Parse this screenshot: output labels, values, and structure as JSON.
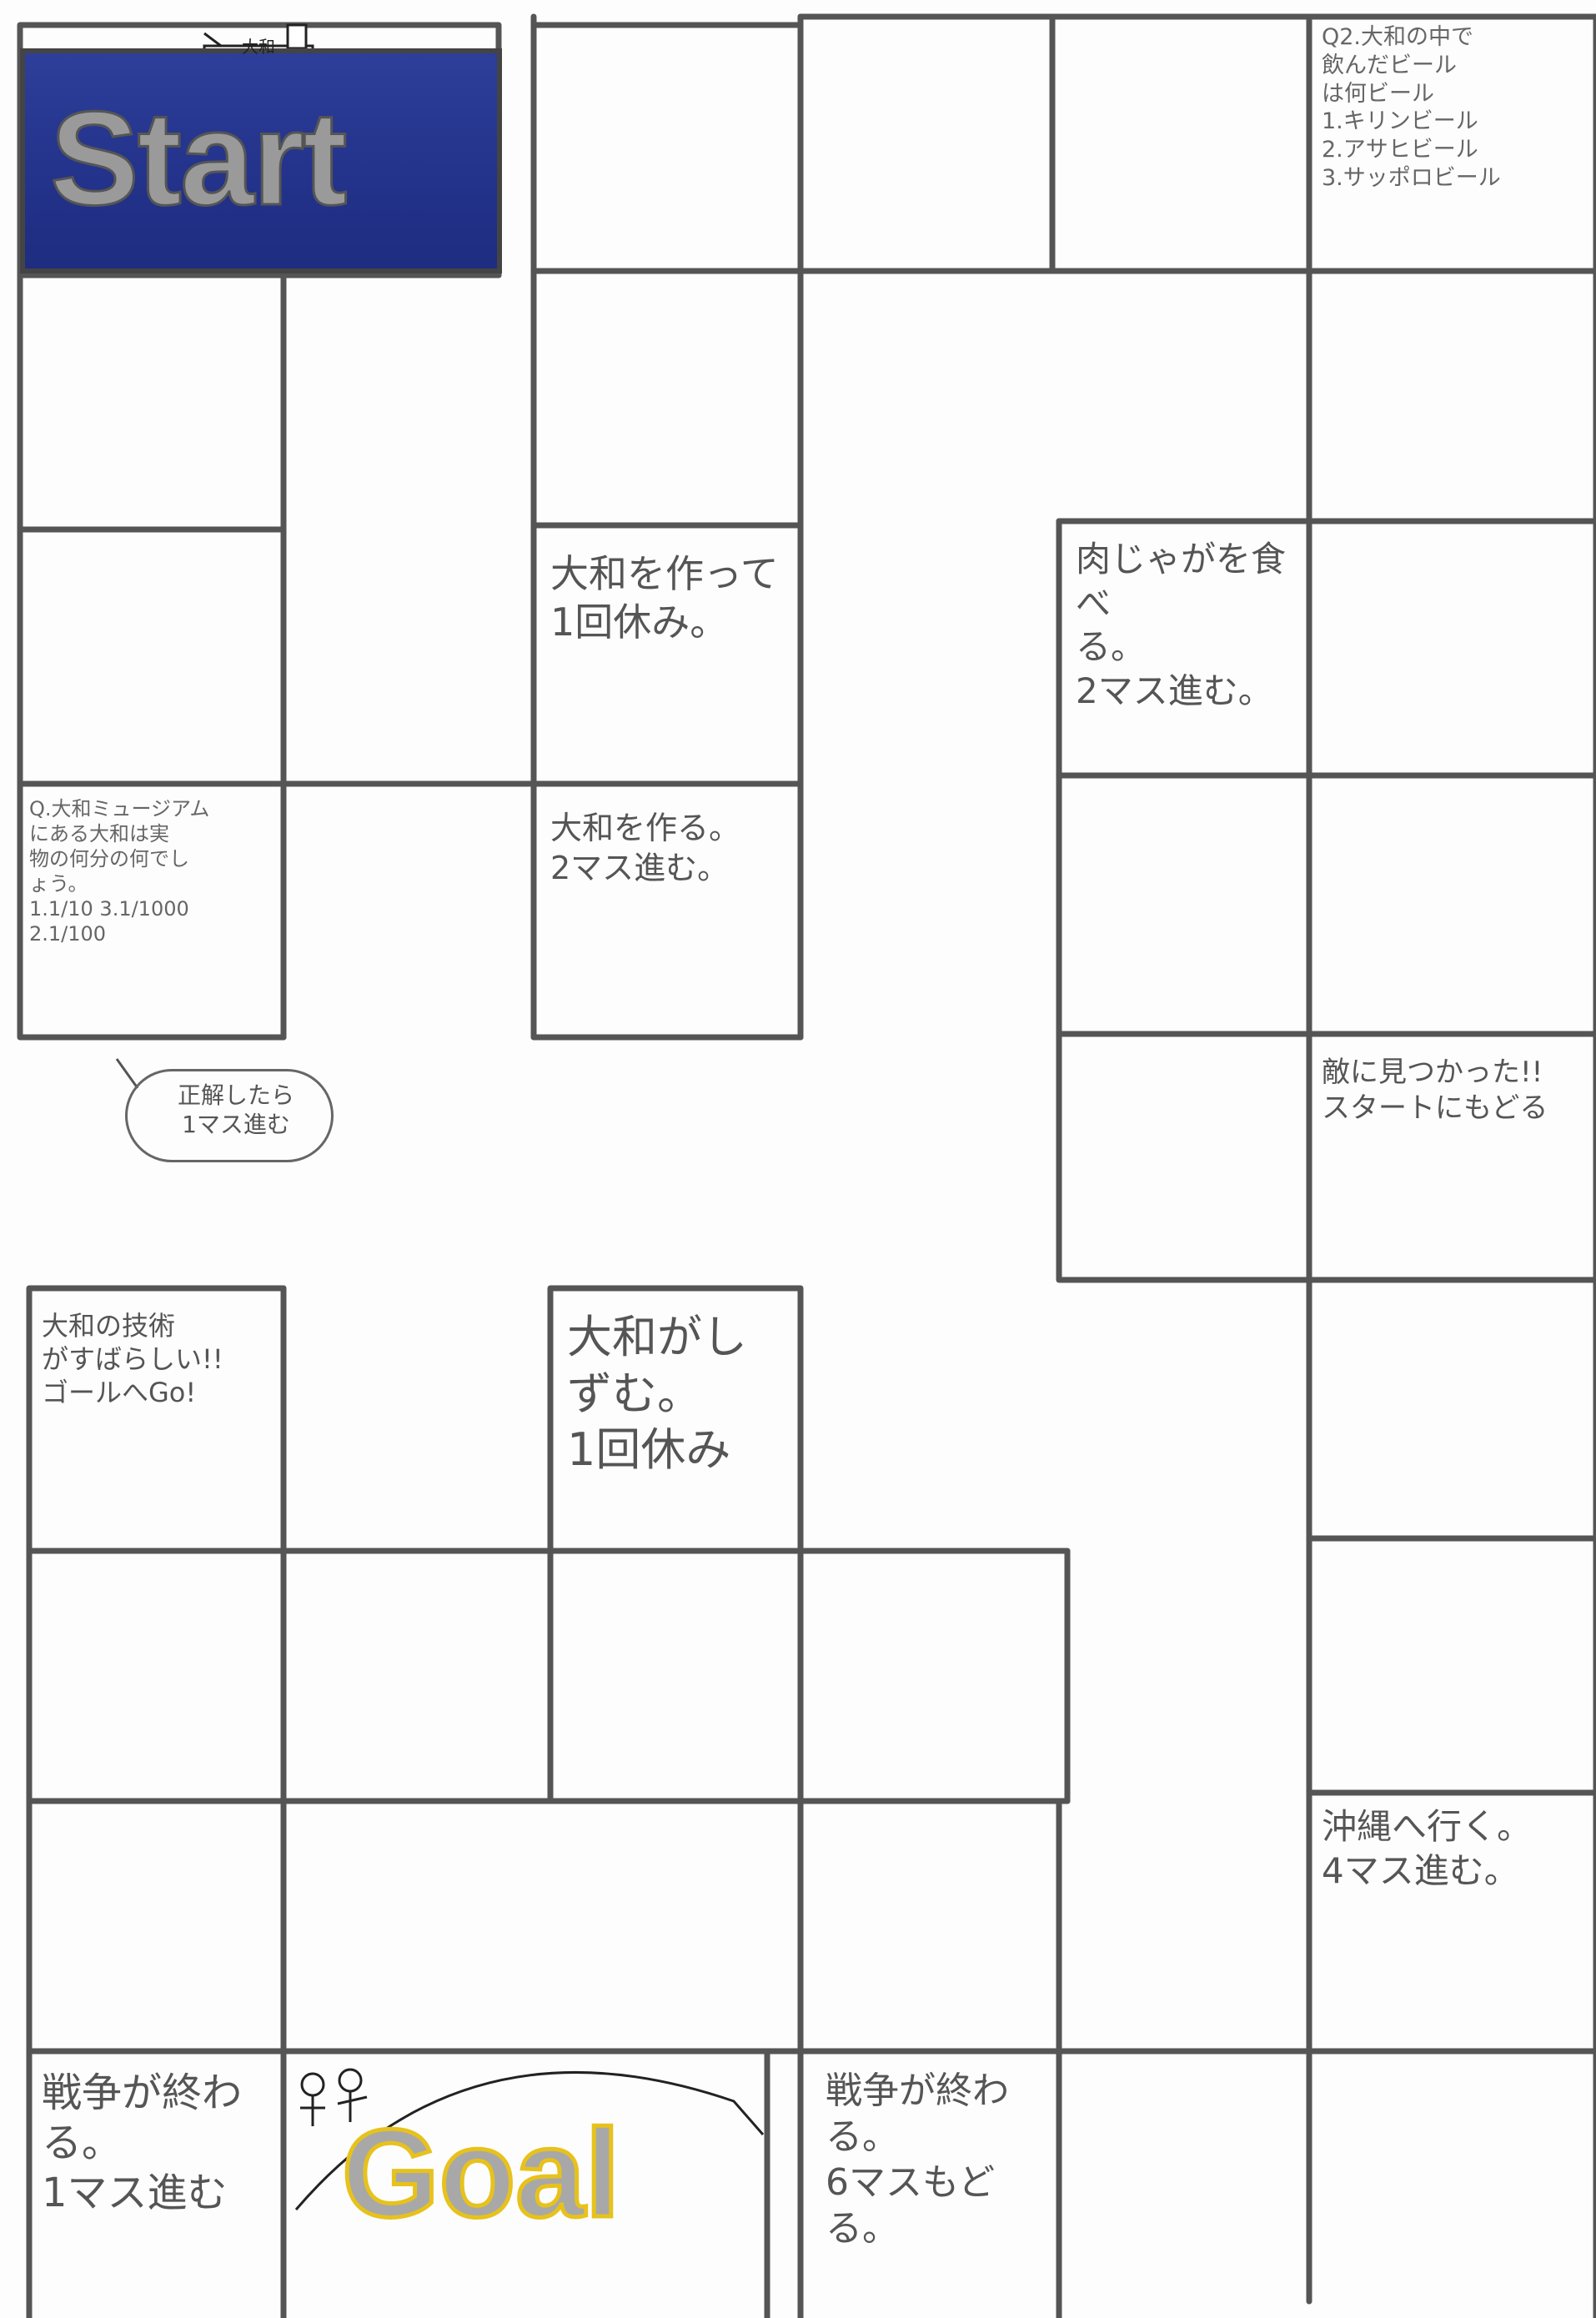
{
  "board": {
    "start_label": "Start",
    "goal_label": "Goal",
    "ship_marking": "大和",
    "squares": {
      "q2_beer": "Q2.大和の中で\n飲んだビール\nは何ビール\n1.キリンビール\n2.アサヒビール\n3.サッポロビール",
      "yamato_make_rest": "大和を作って\n1回休み。",
      "nikujaga": "肉じゃがを食べ\nる。\n2マス進む。",
      "q1_museum": "Q.大和ミュージアム\nにある大和は実\n物の何分の何でし\nょう。\n1.1/10   3.1/1000\n2.1/100",
      "yamato_make_advance": "大和を作る。\n2マス進む。",
      "enemy_found": "敵に見つかった!!\nスタートにもどる",
      "tech_great": "大和の技術\nがすばらしい!!\nゴールへGo!",
      "yamato_sinks": "大和がし\nずむ。\n1回休み",
      "okinawa": "沖縄へ行く。\n4マス進む。",
      "war_ends_advance": "戦争が終わ\nる。\n1マス進む",
      "war_ends_back": "戦争が終わ\nる。\n6マスもどる。"
    },
    "correct_note": "正解したら\n1マス進む"
  },
  "colors": {
    "start_bg": "#24348c",
    "ship_hull": "#e23b3b",
    "goal_outline": "#e7c21c",
    "grid_line": "#555555",
    "handwriting": "#555555"
  }
}
